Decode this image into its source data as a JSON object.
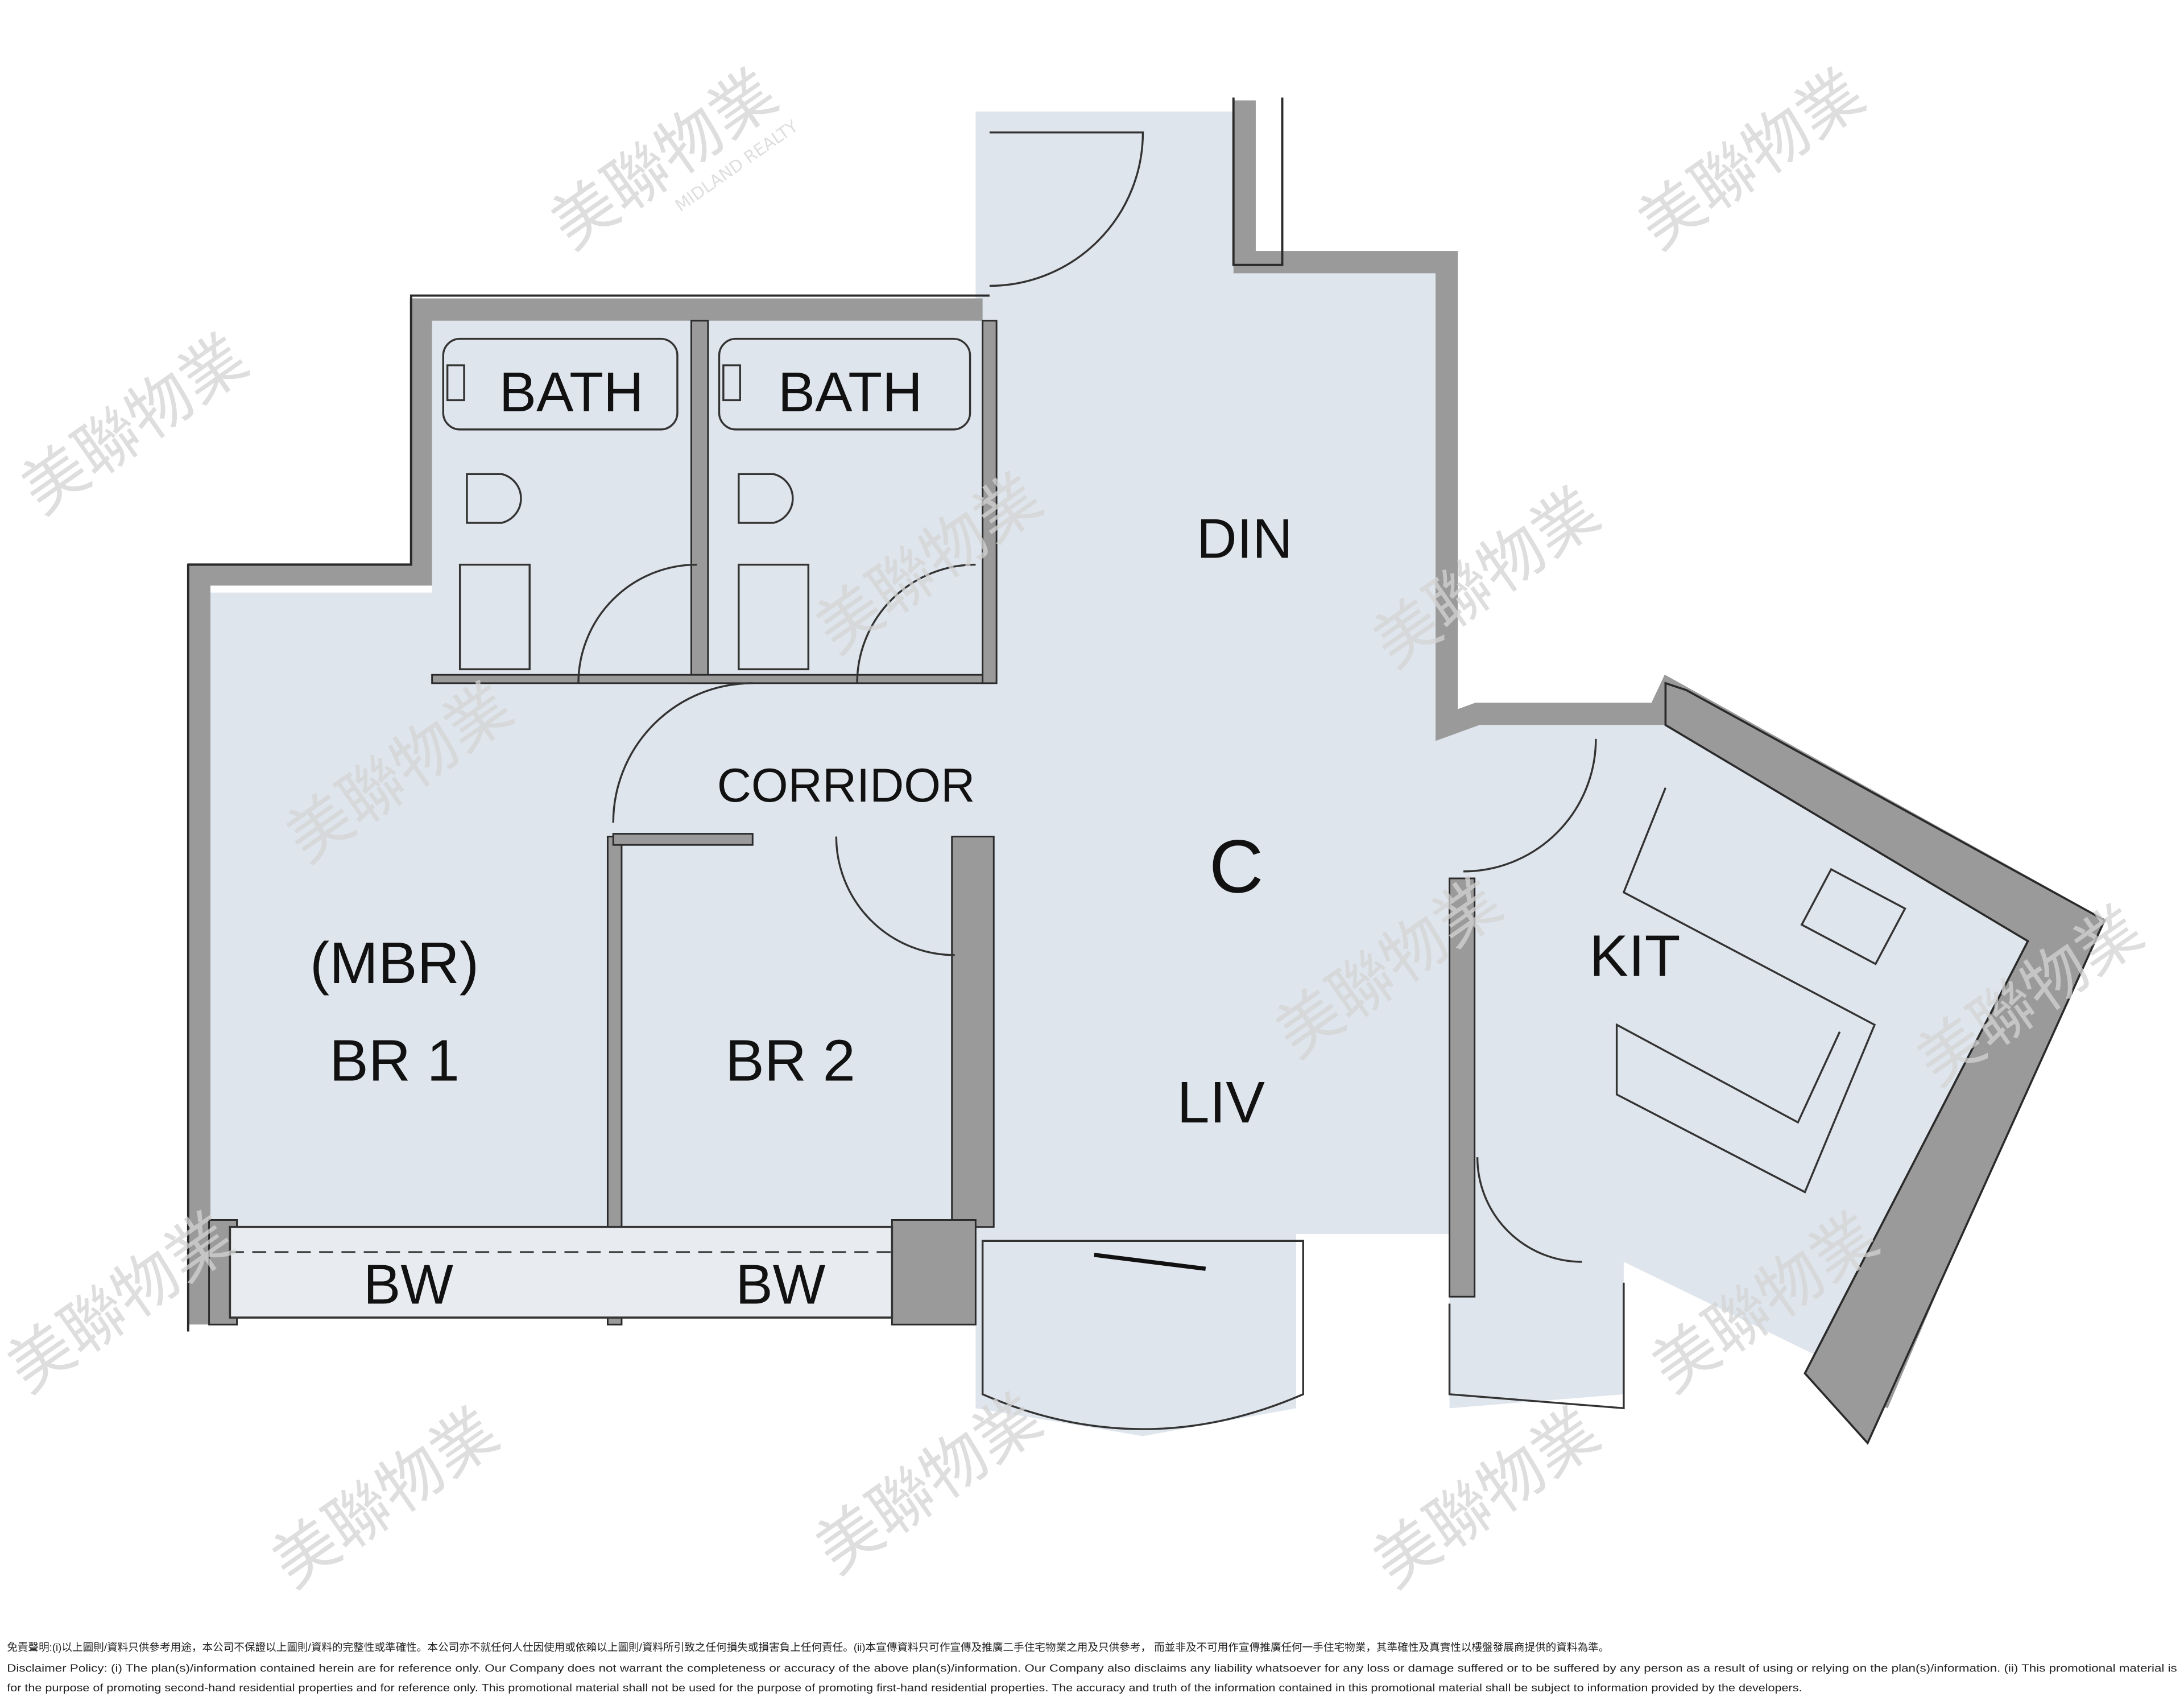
{
  "colors": {
    "floor": "#dfe5ec",
    "wall": "#9a9a9a",
    "outline": "#2a2a2a"
  },
  "rooms": {
    "bath1": "BATH",
    "bath2": "BATH",
    "din": "DIN",
    "corridor": "CORRIDOR",
    "unit": "C",
    "kit": "KIT",
    "mbr": "(MBR)",
    "br1": "BR 1",
    "br2": "BR 2",
    "liv": "LIV",
    "bw1": "BW",
    "bw2": "BW"
  },
  "watermark": {
    "chinese": "美聯物業",
    "english": "MIDLAND REALTY"
  },
  "disclaimer": {
    "chinese": "免責聲明:(i)以上圖則/資料只供參考用途，本公司不保證以上圖則/資料的完整性或準確性。本公司亦不就任何人仕因使用或依賴以上圖則/資料所引致之任何損失或損害負上任何責任。(ii)本宣傳資料只可作宣傳及推廣二手住宅物業之用及只供參考， 而並非及不可用作宣傳推廣任何一手住宅物業，其準確性及真實性以樓盤發展商提供的資料為準。",
    "english_line1": "Disclaimer Policy: (i) The plan(s)/information contained herein are for reference only. Our Company does not warrant the completeness or accuracy of the above plan(s)/information. Our Company also disclaims any liability whatsoever for any loss or damage suffered or to be suffered by any person as a result of using or relying on the plan(s)/information. (ii) This promotional material is",
    "english_line2": "for the purpose of promoting second-hand residential properties and for reference only. This promotional material shall not be used for the purpose of promoting first-hand residential properties. The accuracy and truth of the information contained in this promotional material shall be subject to information provided by the developers."
  }
}
